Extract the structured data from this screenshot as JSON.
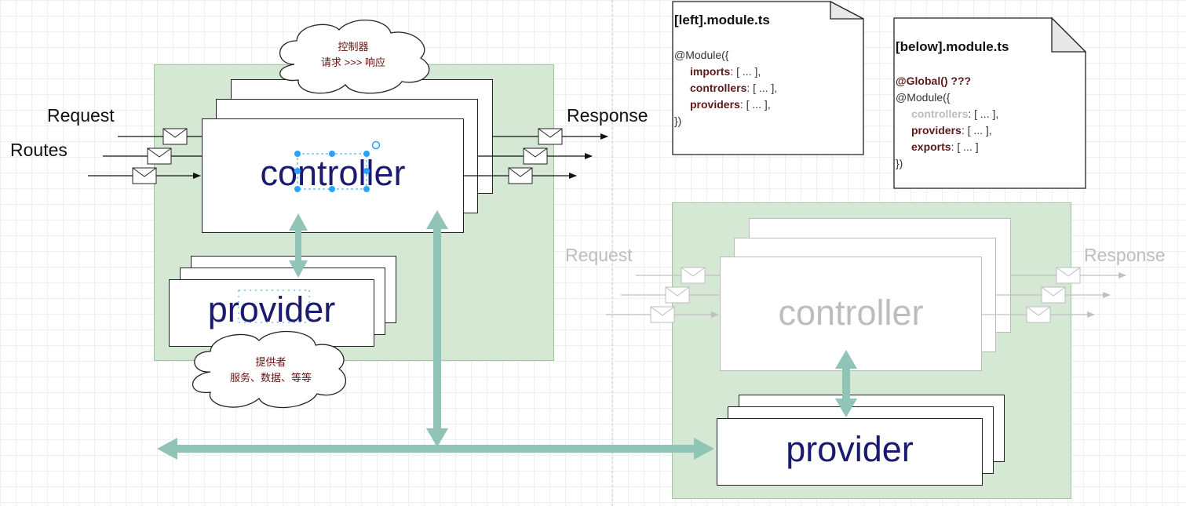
{
  "left_module": {
    "request_label": "Request",
    "routes_label": "Routes",
    "response_label": "Response",
    "controller_label": "controller",
    "provider_label": "provider",
    "controller_cloud": {
      "line1": "控制器",
      "line2": "请求 >>> 响应"
    },
    "provider_cloud": {
      "line1": "提供者",
      "line2": "服务、数据、等等"
    }
  },
  "right_module": {
    "request_label": "Request",
    "response_label": "Response",
    "controller_label": "controller",
    "provider_label": "provider"
  },
  "left_doc": {
    "title": "[left].module.ts",
    "open": "@Module({",
    "imports_key": "imports",
    "imports_val": ": [ ... ],",
    "controllers_key": "controllers",
    "controllers_val": ": [ ... ],",
    "providers_key": "providers",
    "providers_val": ": [ ... ],",
    "close": "})"
  },
  "below_doc": {
    "title": "[below].module.ts",
    "global": "@Global() ???",
    "open": "@Module({",
    "controllers_key": "controllers",
    "controllers_val": ": [ ... ],",
    "providers_key": "providers",
    "providers_val": ": [ ... ],",
    "exports_key": "exports",
    "exports_val": ": [ ... ]",
    "close": "})"
  },
  "colors": {
    "module_fill": "#d5e8d4",
    "connector": "#8fc4b6",
    "label_text": "#1a1a6e",
    "cloud_text": "#6a1010",
    "faded": "#bdbdbd"
  }
}
